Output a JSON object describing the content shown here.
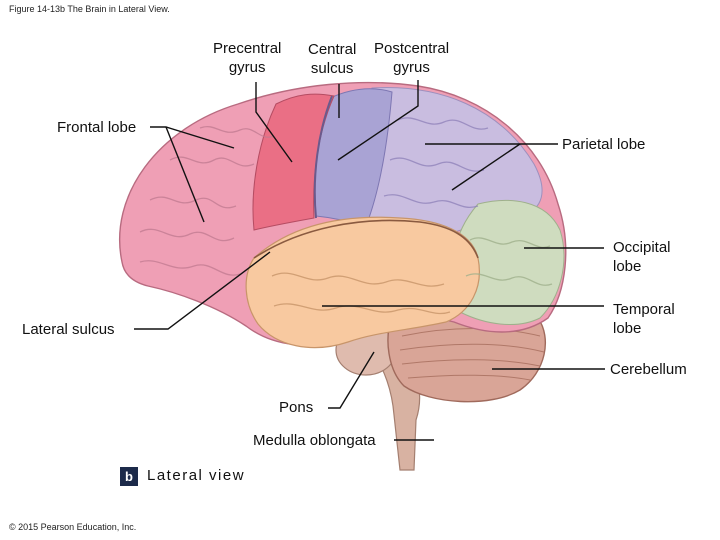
{
  "figure_title": "Figure 14-13b The Brain in Lateral View.",
  "labels": {
    "precentral_gyrus": [
      "Precentral",
      "gyrus"
    ],
    "central_sulcus": [
      "Central",
      "sulcus"
    ],
    "postcentral_gyrus": [
      "Postcentral",
      "gyrus"
    ],
    "frontal_lobe": "Frontal lobe",
    "parietal_lobe": "Parietal lobe",
    "occipital_lobe": [
      "Occipital",
      "lobe"
    ],
    "temporal_lobe": [
      "Temporal",
      "lobe"
    ],
    "lateral_sulcus": "Lateral sulcus",
    "cerebellum": "Cerebellum",
    "pons": "Pons",
    "medulla_oblongata": "Medulla oblongata"
  },
  "view_badge": "b",
  "view_label": "Lateral view",
  "copyright": "© 2015 Pearson Education, Inc.",
  "colors": {
    "frontal": "#ef9fb5",
    "precentral": "#ea6f85",
    "postcentral": "#a9a3d4",
    "parietal": "#c9bde0",
    "occipital": "#cfdcbf",
    "temporal": "#f8c9a0",
    "cerebellum": "#d9a597",
    "brainstem": "#d8b2a2"
  }
}
